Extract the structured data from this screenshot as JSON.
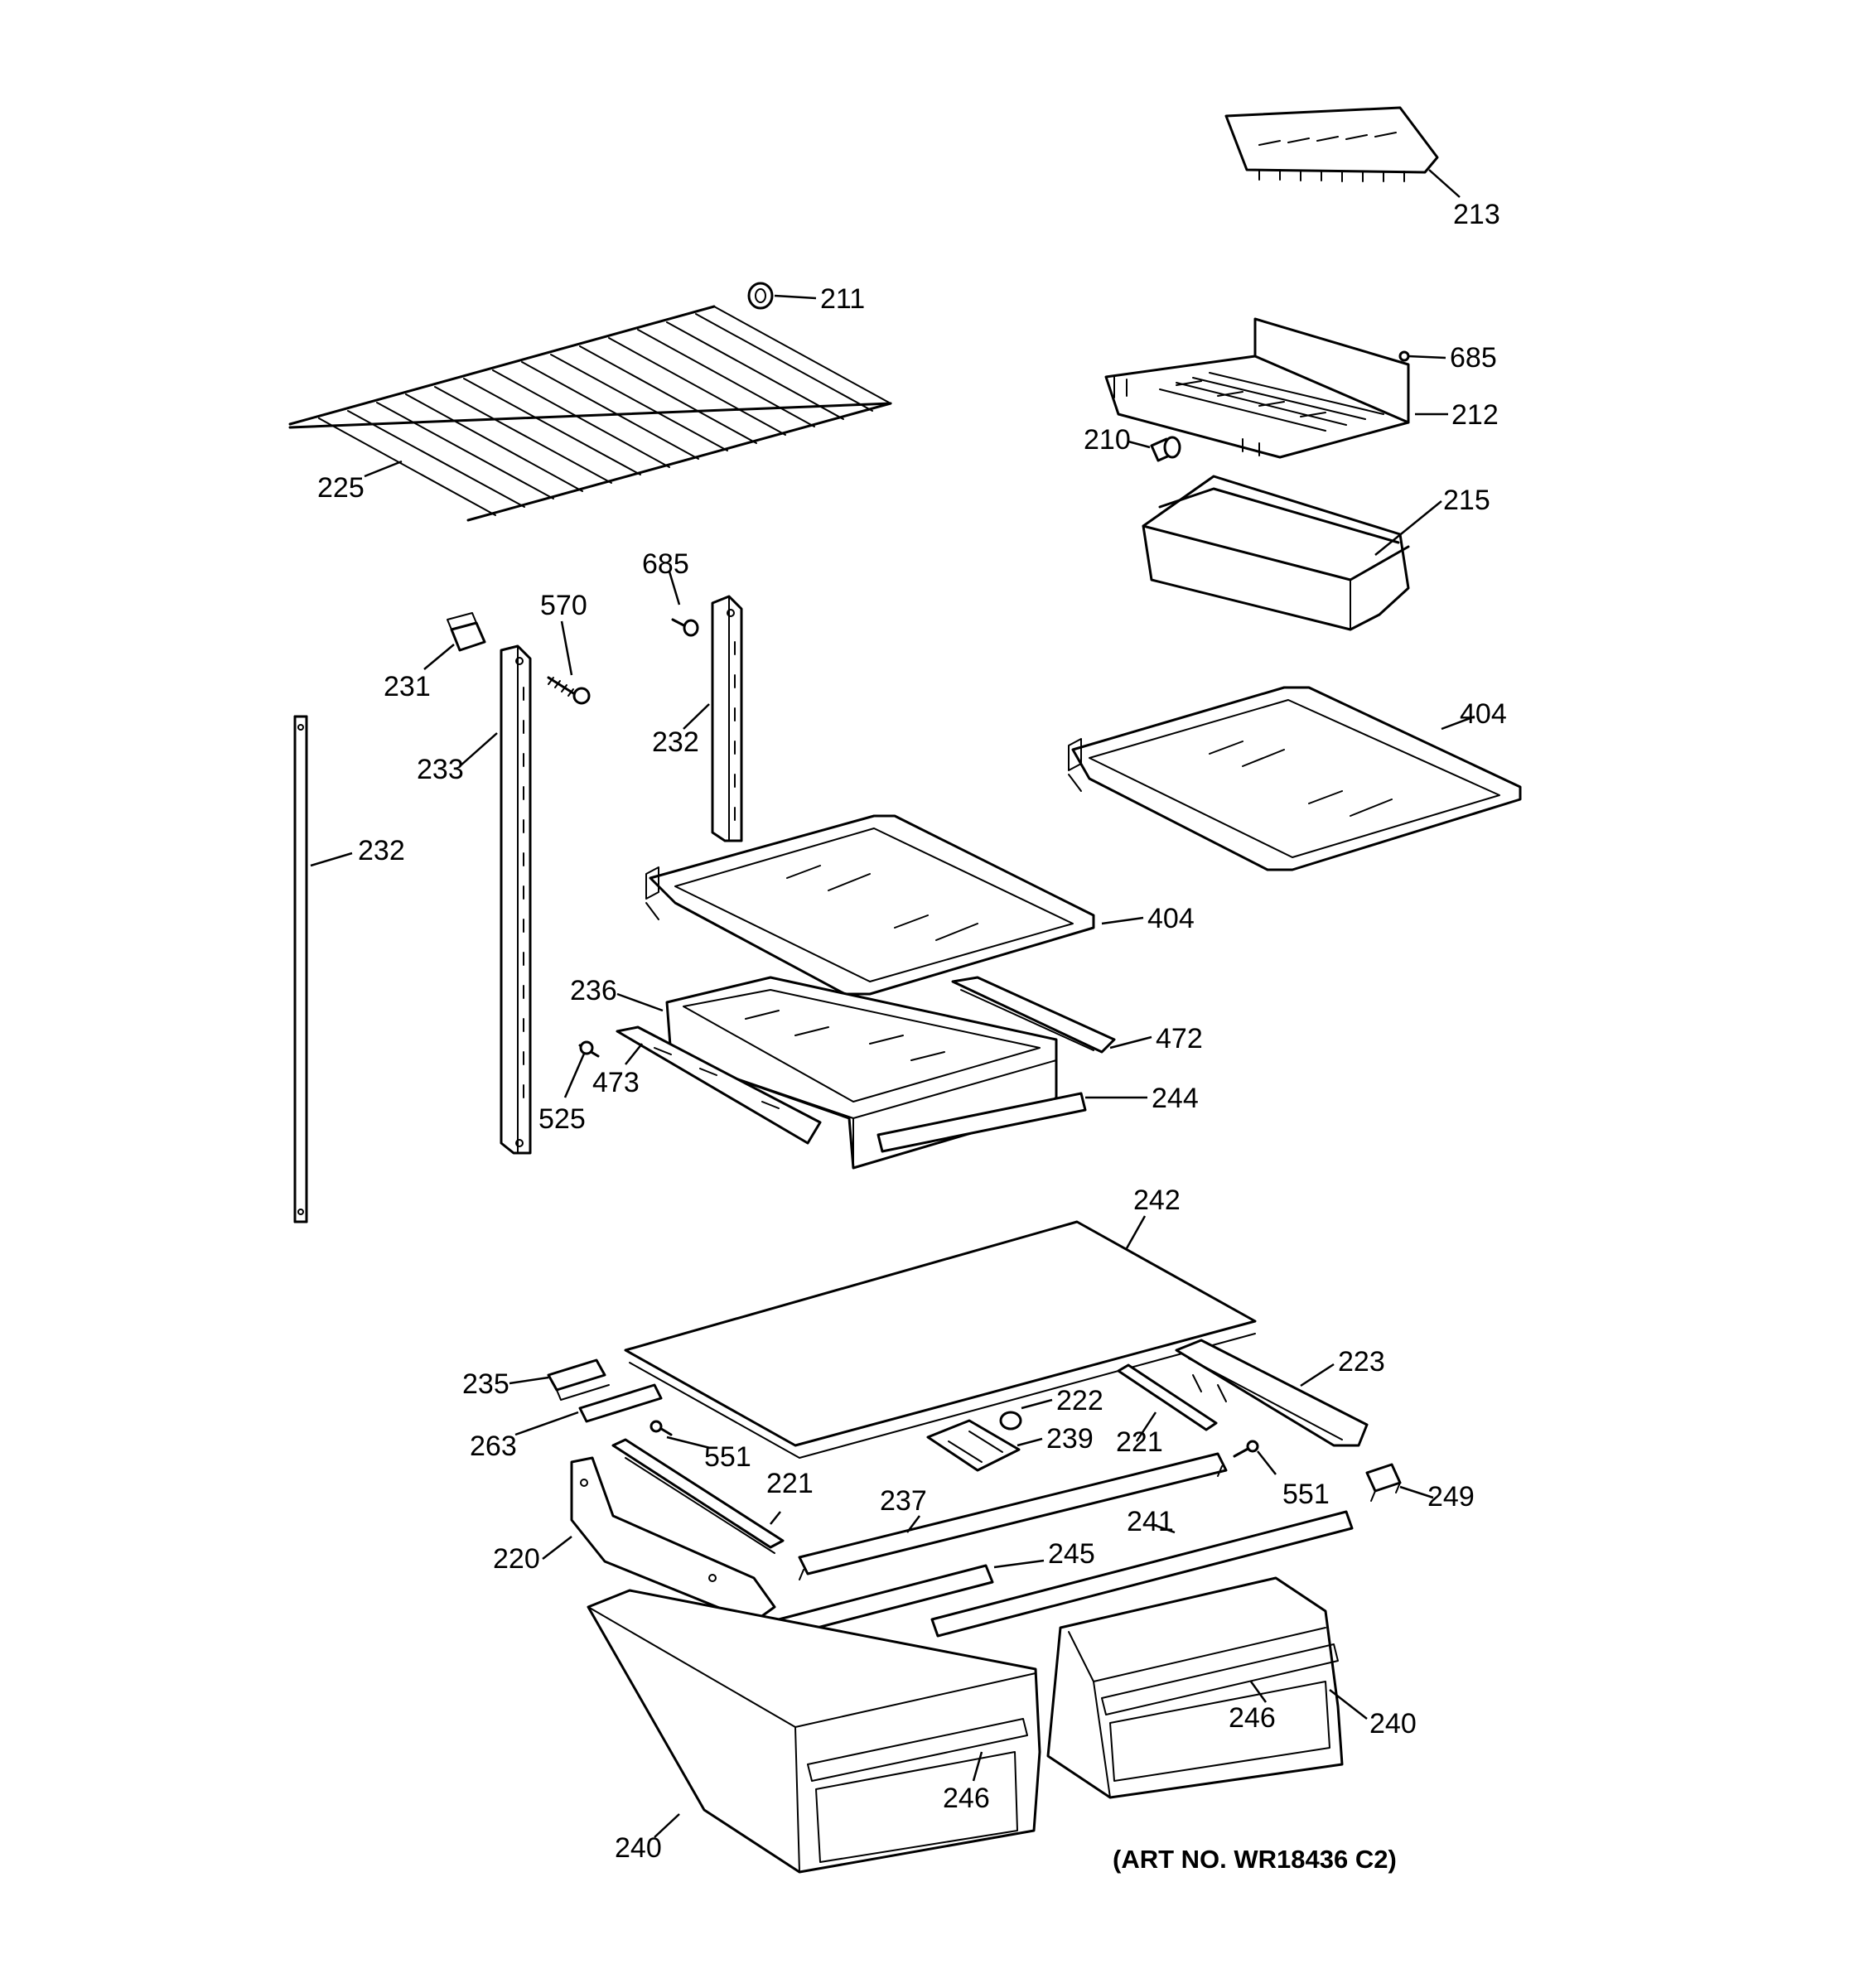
{
  "diagram": {
    "art_number": "(ART NO. WR18436 C2)",
    "callouts": [
      {
        "id": "213",
        "text": "213"
      },
      {
        "id": "211",
        "text": "211"
      },
      {
        "id": "685a",
        "text": "685"
      },
      {
        "id": "212",
        "text": "212"
      },
      {
        "id": "210",
        "text": "210"
      },
      {
        "id": "225",
        "text": "225"
      },
      {
        "id": "215",
        "text": "215"
      },
      {
        "id": "685b",
        "text": "685"
      },
      {
        "id": "570",
        "text": "570"
      },
      {
        "id": "231",
        "text": "231"
      },
      {
        "id": "232a",
        "text": "232"
      },
      {
        "id": "233",
        "text": "233"
      },
      {
        "id": "404a",
        "text": "404"
      },
      {
        "id": "232b",
        "text": "232"
      },
      {
        "id": "404b",
        "text": "404"
      },
      {
        "id": "236",
        "text": "236"
      },
      {
        "id": "472",
        "text": "472"
      },
      {
        "id": "473",
        "text": "473"
      },
      {
        "id": "244",
        "text": "244"
      },
      {
        "id": "525",
        "text": "525"
      },
      {
        "id": "242",
        "text": "242"
      },
      {
        "id": "223",
        "text": "223"
      },
      {
        "id": "235",
        "text": "235"
      },
      {
        "id": "222",
        "text": "222"
      },
      {
        "id": "263",
        "text": "263"
      },
      {
        "id": "239",
        "text": "239"
      },
      {
        "id": "221a",
        "text": "221"
      },
      {
        "id": "551a",
        "text": "551"
      },
      {
        "id": "221b",
        "text": "221"
      },
      {
        "id": "551b",
        "text": "551"
      },
      {
        "id": "249",
        "text": "249"
      },
      {
        "id": "237",
        "text": "237"
      },
      {
        "id": "241",
        "text": "241"
      },
      {
        "id": "220",
        "text": "220"
      },
      {
        "id": "245",
        "text": "245"
      },
      {
        "id": "246a",
        "text": "246"
      },
      {
        "id": "240a",
        "text": "240"
      },
      {
        "id": "246b",
        "text": "246"
      },
      {
        "id": "240b",
        "text": "240"
      }
    ]
  }
}
